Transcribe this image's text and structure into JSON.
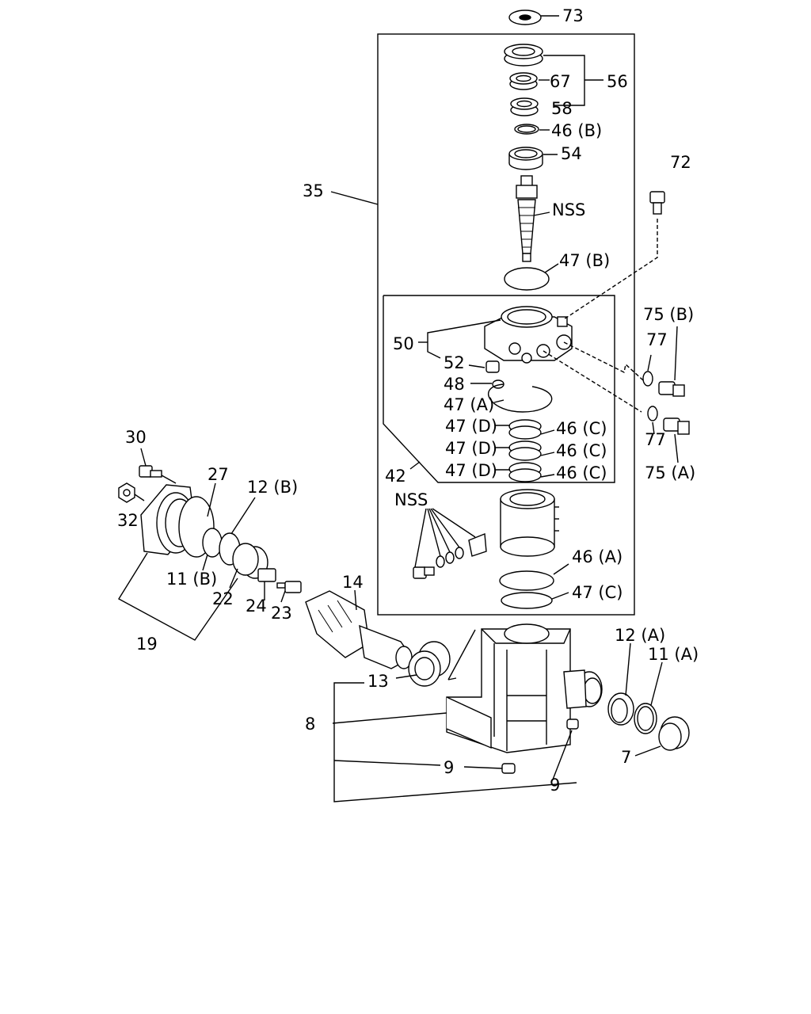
{
  "labels": {
    "p73": "73",
    "p56": "56",
    "p67": "67",
    "p58": "58",
    "p46b": "46 (B)",
    "p54": "54",
    "p72": "72",
    "p35": "35",
    "nss_top": "NSS",
    "p47b": "47 (B)",
    "p75b": "75 (B)",
    "p77_top": "77",
    "p50": "50",
    "p52": "52",
    "p48": "48",
    "p47a": "47 (A)",
    "p47d_1": "47 (D)",
    "p46c_1": "46 (C)",
    "p47d_2": "47 (D)",
    "p46c_2": "46 (C)",
    "p47d_3": "47 (D)",
    "p46c_3": "46 (C)",
    "p42": "42",
    "p77_bot": "77",
    "p75a": "75 (A)",
    "p30": "30",
    "p27": "27",
    "p12b": "12 (B)",
    "p32": "32",
    "nss_mid": "NSS",
    "p46a": "46 (A)",
    "p11b": "11 (B)",
    "p22": "22",
    "p14": "14",
    "p24": "24",
    "p23": "23",
    "p47c": "47 (C)",
    "p19": "19",
    "p12a": "12 (A)",
    "p11a": "11 (A)",
    "p13": "13",
    "p8": "8",
    "p9_mid": "9",
    "p7": "7",
    "p9_bot": "9"
  }
}
